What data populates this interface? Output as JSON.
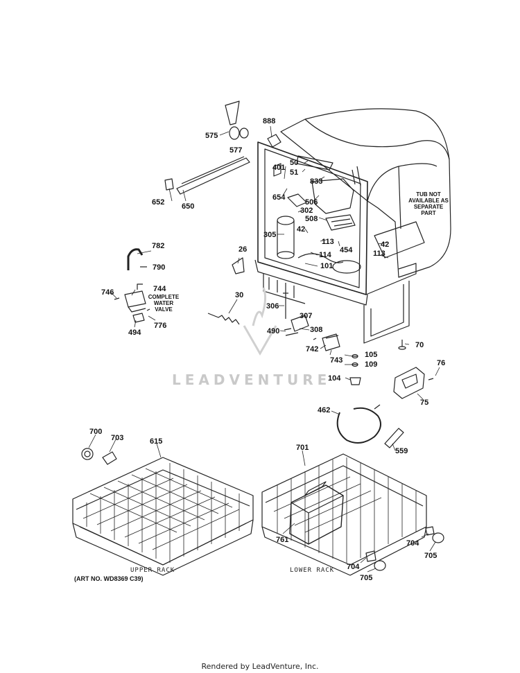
{
  "watermark": "LEADVENTURE",
  "footer": "Rendered by LeadVenture, Inc.",
  "art_number": "(ART NO. WD8369 C39)",
  "notes": {
    "tub_line1": "TUB NOT",
    "tub_line2": "AVAILABLE AS",
    "tub_line3": "SEPARATE PART",
    "valve_line1": "COMPLETE",
    "valve_line2": "WATER",
    "valve_line3": "VALVE"
  },
  "racks": {
    "upper": "UPPER RACK",
    "lower": "LOWER RACK"
  },
  "callouts": [
    "575",
    "577",
    "888",
    "50",
    "51",
    "833",
    "401",
    "654",
    "506",
    "652",
    "650",
    "302",
    "508",
    "42",
    "305",
    "113",
    "454",
    "42",
    "113",
    "782",
    "790",
    "26",
    "114",
    "101",
    "746",
    "744",
    "30",
    "306",
    "307",
    "776",
    "494",
    "490",
    "308",
    "742",
    "743",
    "70",
    "105",
    "109",
    "104",
    "76",
    "75",
    "462",
    "559",
    "700",
    "703",
    "615",
    "701",
    "761",
    "704",
    "705",
    "704",
    "705"
  ],
  "colors": {
    "line": "#222222",
    "watermark": "#c9c9c9"
  }
}
